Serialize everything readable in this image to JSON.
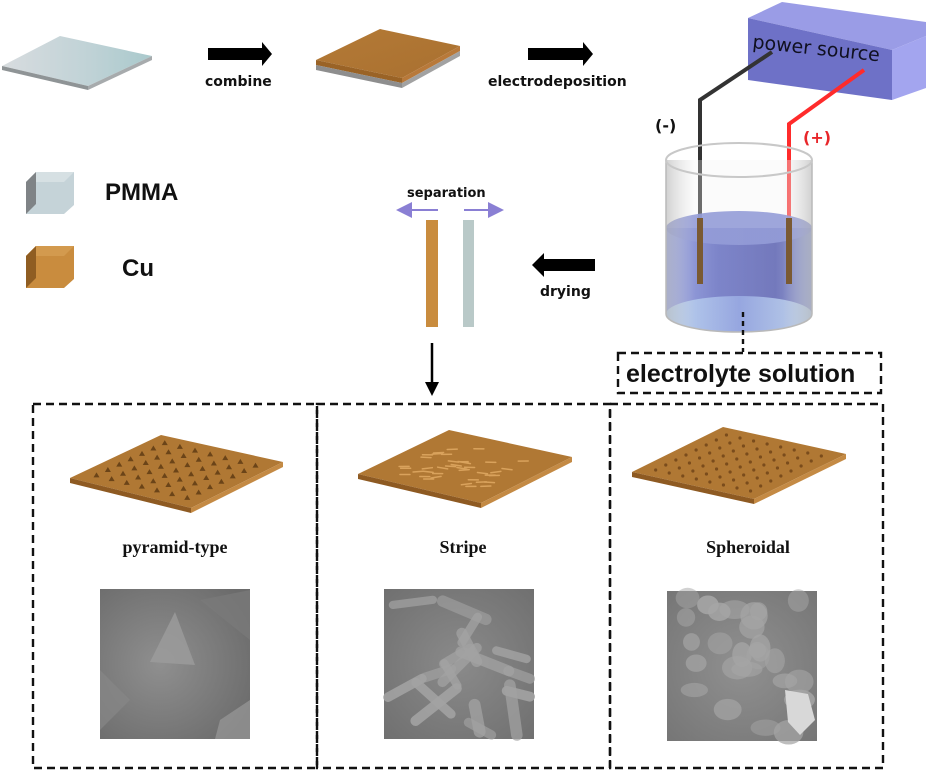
{
  "figure": {
    "process_steps": [
      {
        "label": "combine"
      },
      {
        "label": "electrodeposition"
      },
      {
        "label": "drying"
      },
      {
        "label": "separation"
      }
    ],
    "legend": [
      {
        "label": "PMMA",
        "color": "#c5d3d8"
      },
      {
        "label": "Cu",
        "color": "#c98c3e"
      }
    ],
    "apparatus": {
      "power_source_label": "power source",
      "negative_label": "(-)",
      "positive_label": "(+)",
      "electrolyte_label": "electrolyte solution",
      "colors": {
        "power_box": "#7c7fd6",
        "negative_wire": "#333333",
        "positive_wire": "#ff2b2b",
        "electrolyte": "#4f5ec0"
      }
    },
    "morphologies": [
      {
        "name": "pyramid-type",
        "sem_description": "SEM image of pyramidal Cu crystals"
      },
      {
        "name": "Stripe",
        "sem_description": "SEM image of rod/stripe-like Cu crystals"
      },
      {
        "name": "Spheroidal",
        "sem_description": "SEM image of spheroidal Cu grains"
      }
    ]
  }
}
